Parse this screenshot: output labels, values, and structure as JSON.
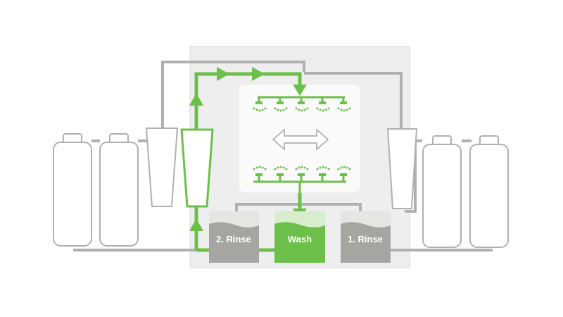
{
  "tanks": {
    "rinse2_label": "2. Rinse",
    "wash_label": "Wash",
    "rinse1_label": "1. Rinse"
  },
  "colors": {
    "active_flow": "#6cc04a",
    "inactive_pipe": "#b0b0b0",
    "housing_fill": "#eeeeee",
    "chamber_fill": "#f9f9f9",
    "tank_gray": "#a7a5a2",
    "tank_green": "#6cc04a",
    "water_light": "#e7e5e2",
    "water_green_light": "#d8edcd"
  },
  "icons": {
    "top_nozzles": "spray-nozzle-down-icon",
    "bottom_nozzles": "spray-nozzle-up-icon",
    "motion": "double-arrow-icon"
  }
}
